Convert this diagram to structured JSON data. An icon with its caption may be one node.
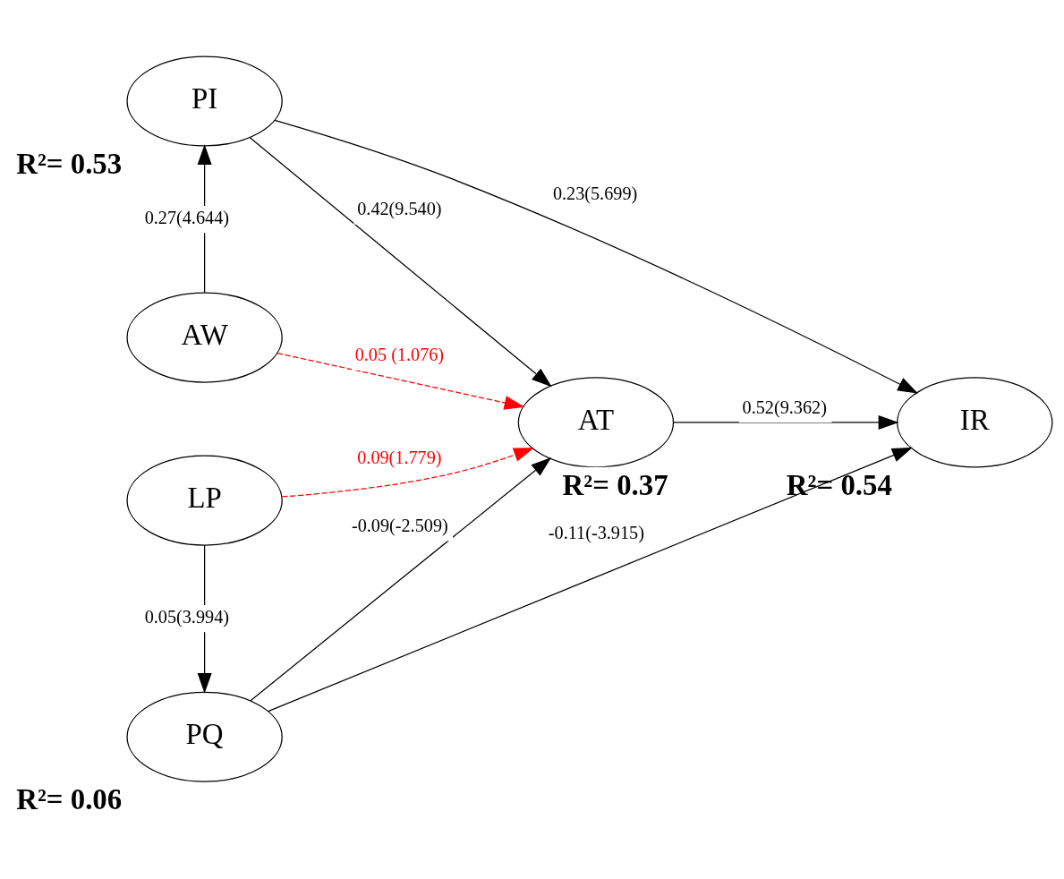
{
  "diagram": {
    "nodes": [
      {
        "text": [
          "AW"
        ]
      },
      {
        "text": [
          "AT"
        ],
        "beside": [
          "R²= 0.37"
        ]
      },
      {
        "text": [
          "IR"
        ],
        "beside": [
          "R²= 0.54"
        ]
      },
      {
        "text": [
          "PI"
        ],
        "beside": [
          "R²= 0.53"
        ]
      },
      {
        "text": [
          "PQ"
        ],
        "beside": [
          "R²= 0.06"
        ]
      },
      {
        "text": [
          "LP"
        ]
      }
    ],
    "edges": [
      {
        "from": 0,
        "to": 1,
        "arrow": "to",
        "label": "0.05 (1.076)",
        "style": "dashed",
        "color": "#ff0000"
      },
      {
        "from": 1,
        "to": 2,
        "arrow": "to",
        "label": "0.52(9.362)"
      },
      {
        "from": 0,
        "to": 3,
        "arrow": "to",
        "label": "0.27(4.644)"
      },
      {
        "from": 3,
        "to": 1,
        "arrow": "to",
        "label": "0.42(9.540)"
      },
      {
        "from": 3,
        "to": 2,
        "arrow": "to",
        "label": "0.23(5.699)"
      },
      {
        "from": 5,
        "to": 1,
        "arrow": "to",
        "label": "0.09(1.779)",
        "style": "dashed",
        "color": "#ff0000"
      },
      {
        "from": 4,
        "to": 2,
        "arrow": "to",
        "label": "-0.11(-3.915)"
      },
      {
        "from": 4,
        "to": 1,
        "arrow": "to",
        "label": "-0.09(-2.509)"
      },
      {
        "from": 5,
        "to": 4,
        "arrow": "to",
        "label": "0.05(3.994)"
      }
    ]
  }
}
